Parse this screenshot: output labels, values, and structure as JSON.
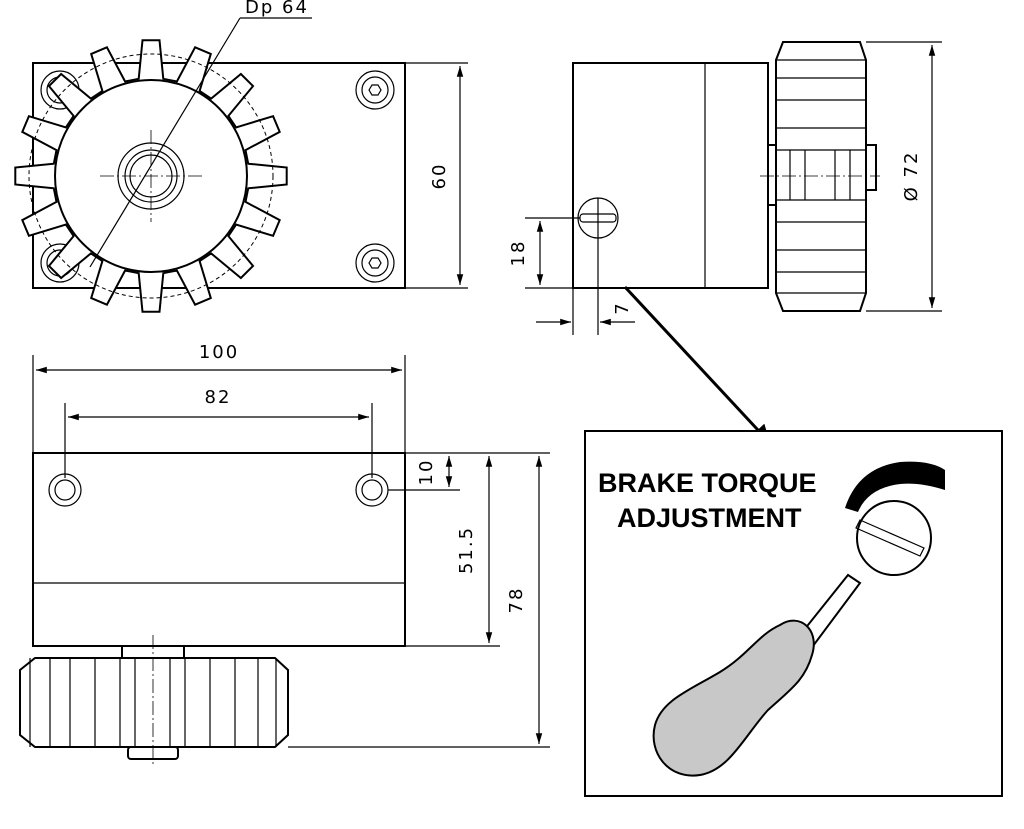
{
  "dimensions": {
    "pitch_diameter": "Dp 64",
    "height_front": "60",
    "diameter_wheel": "Ø 72",
    "screw_height": "18",
    "screw_offset": "7",
    "overall_width": "100",
    "hole_spacing": "82",
    "hole_inset": "10",
    "body_height": "51.5",
    "overall_height": "78"
  },
  "callout": {
    "line1": "BRAKE TORQUE",
    "line2": "ADJUSTMENT"
  },
  "colors": {
    "line": "#000000",
    "handle_fill": "#c8c8c8",
    "background": "#ffffff"
  }
}
